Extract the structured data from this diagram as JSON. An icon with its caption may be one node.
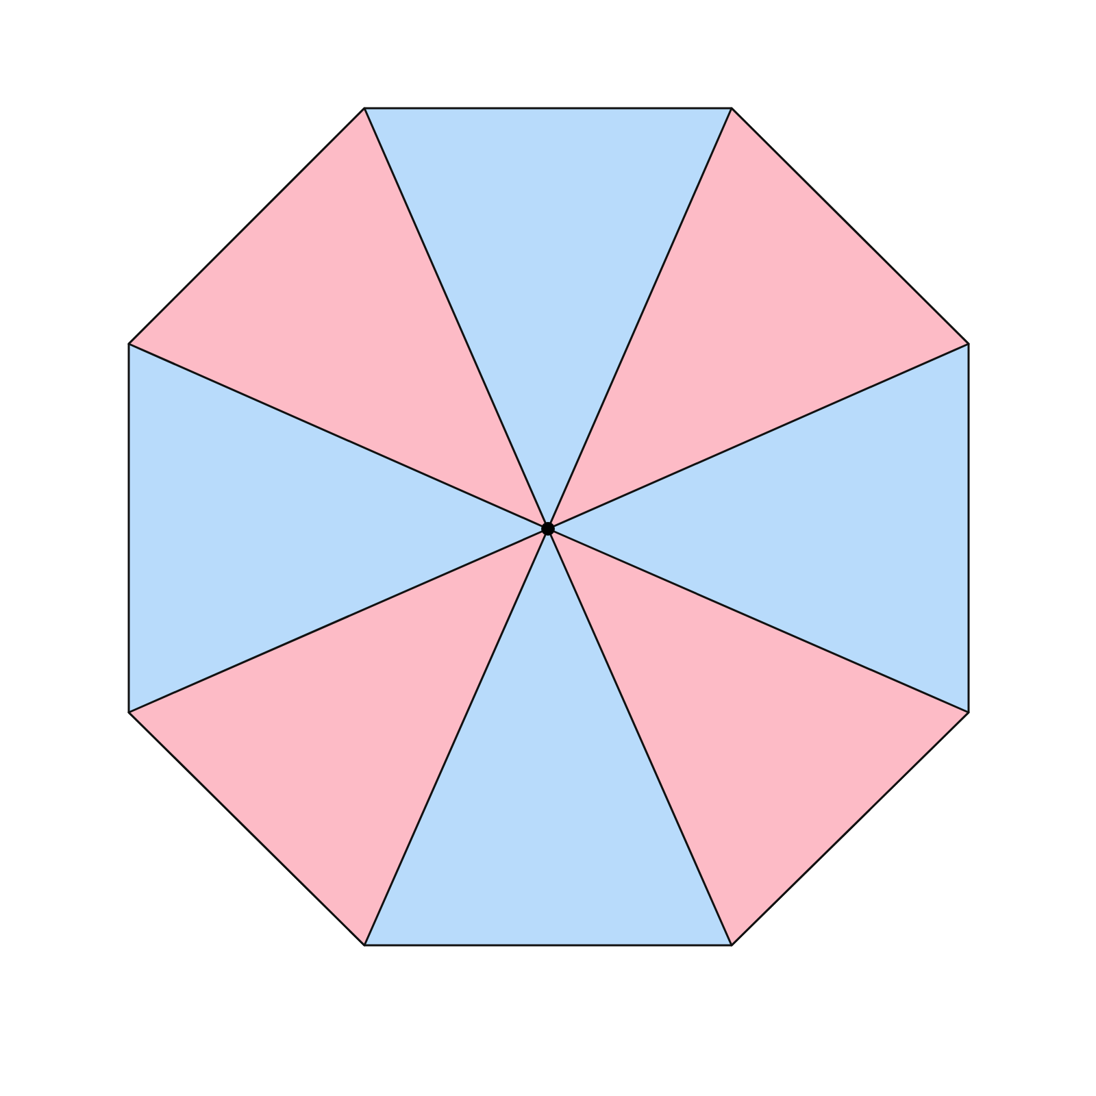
{
  "diagram": {
    "nodes": [
      {
        "text": [],
        "shape": "octagon"
      },
      {
        "text": [],
        "shape": "triangle",
        "in": 0
      },
      {
        "text": [],
        "shape": "triangle",
        "in": 0
      },
      {
        "text": [],
        "shape": "triangle",
        "in": 0
      },
      {
        "text": [],
        "shape": "triangle",
        "in": 0
      }
    ]
  }
}
